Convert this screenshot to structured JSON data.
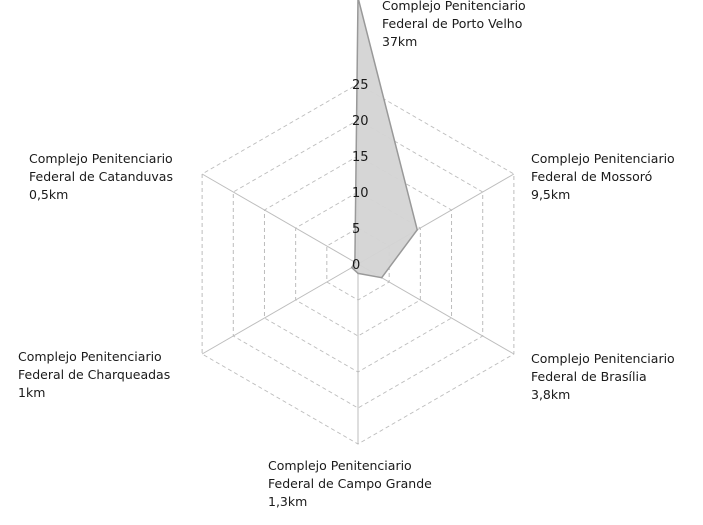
{
  "chart_data": {
    "type": "radar",
    "title": "",
    "rlim": [
      0,
      25
    ],
    "ticks": [
      "0",
      "5",
      "10",
      "15",
      "20",
      "25"
    ],
    "tick_values": [
      0,
      5,
      10,
      15,
      20,
      25
    ],
    "grid": true,
    "unit": "km",
    "colors": {
      "fill": "#d4d4d4",
      "stroke": "#999999",
      "grid": "#bdbdbd",
      "axis": "#bdbdbd"
    },
    "axes": [
      {
        "line1": "Complejo Penitenciario",
        "line2": "Federal de Porto Velho",
        "value_label": "37km",
        "value": 37
      },
      {
        "line1": "Complejo Penitenciario",
        "line2": "Federal de Mossoró",
        "value_label": "9,5km",
        "value": 9.5
      },
      {
        "line1": "Complejo Penitenciario",
        "line2": "Federal de Brasília",
        "value_label": "3,8km",
        "value": 3.8
      },
      {
        "line1": "Complejo Penitenciario",
        "line2": "Federal de Campo Grande",
        "value_label": "1,3km",
        "value": 1.3
      },
      {
        "line1": "Complejo Penitenciario",
        "line2": "Federal de Charqueadas",
        "value_label": "1km",
        "value": 1
      },
      {
        "line1": "Complejo Penitenciario",
        "line2": "Federal de Catanduvas",
        "value_label": "0,5km",
        "value": 0.5
      }
    ]
  }
}
